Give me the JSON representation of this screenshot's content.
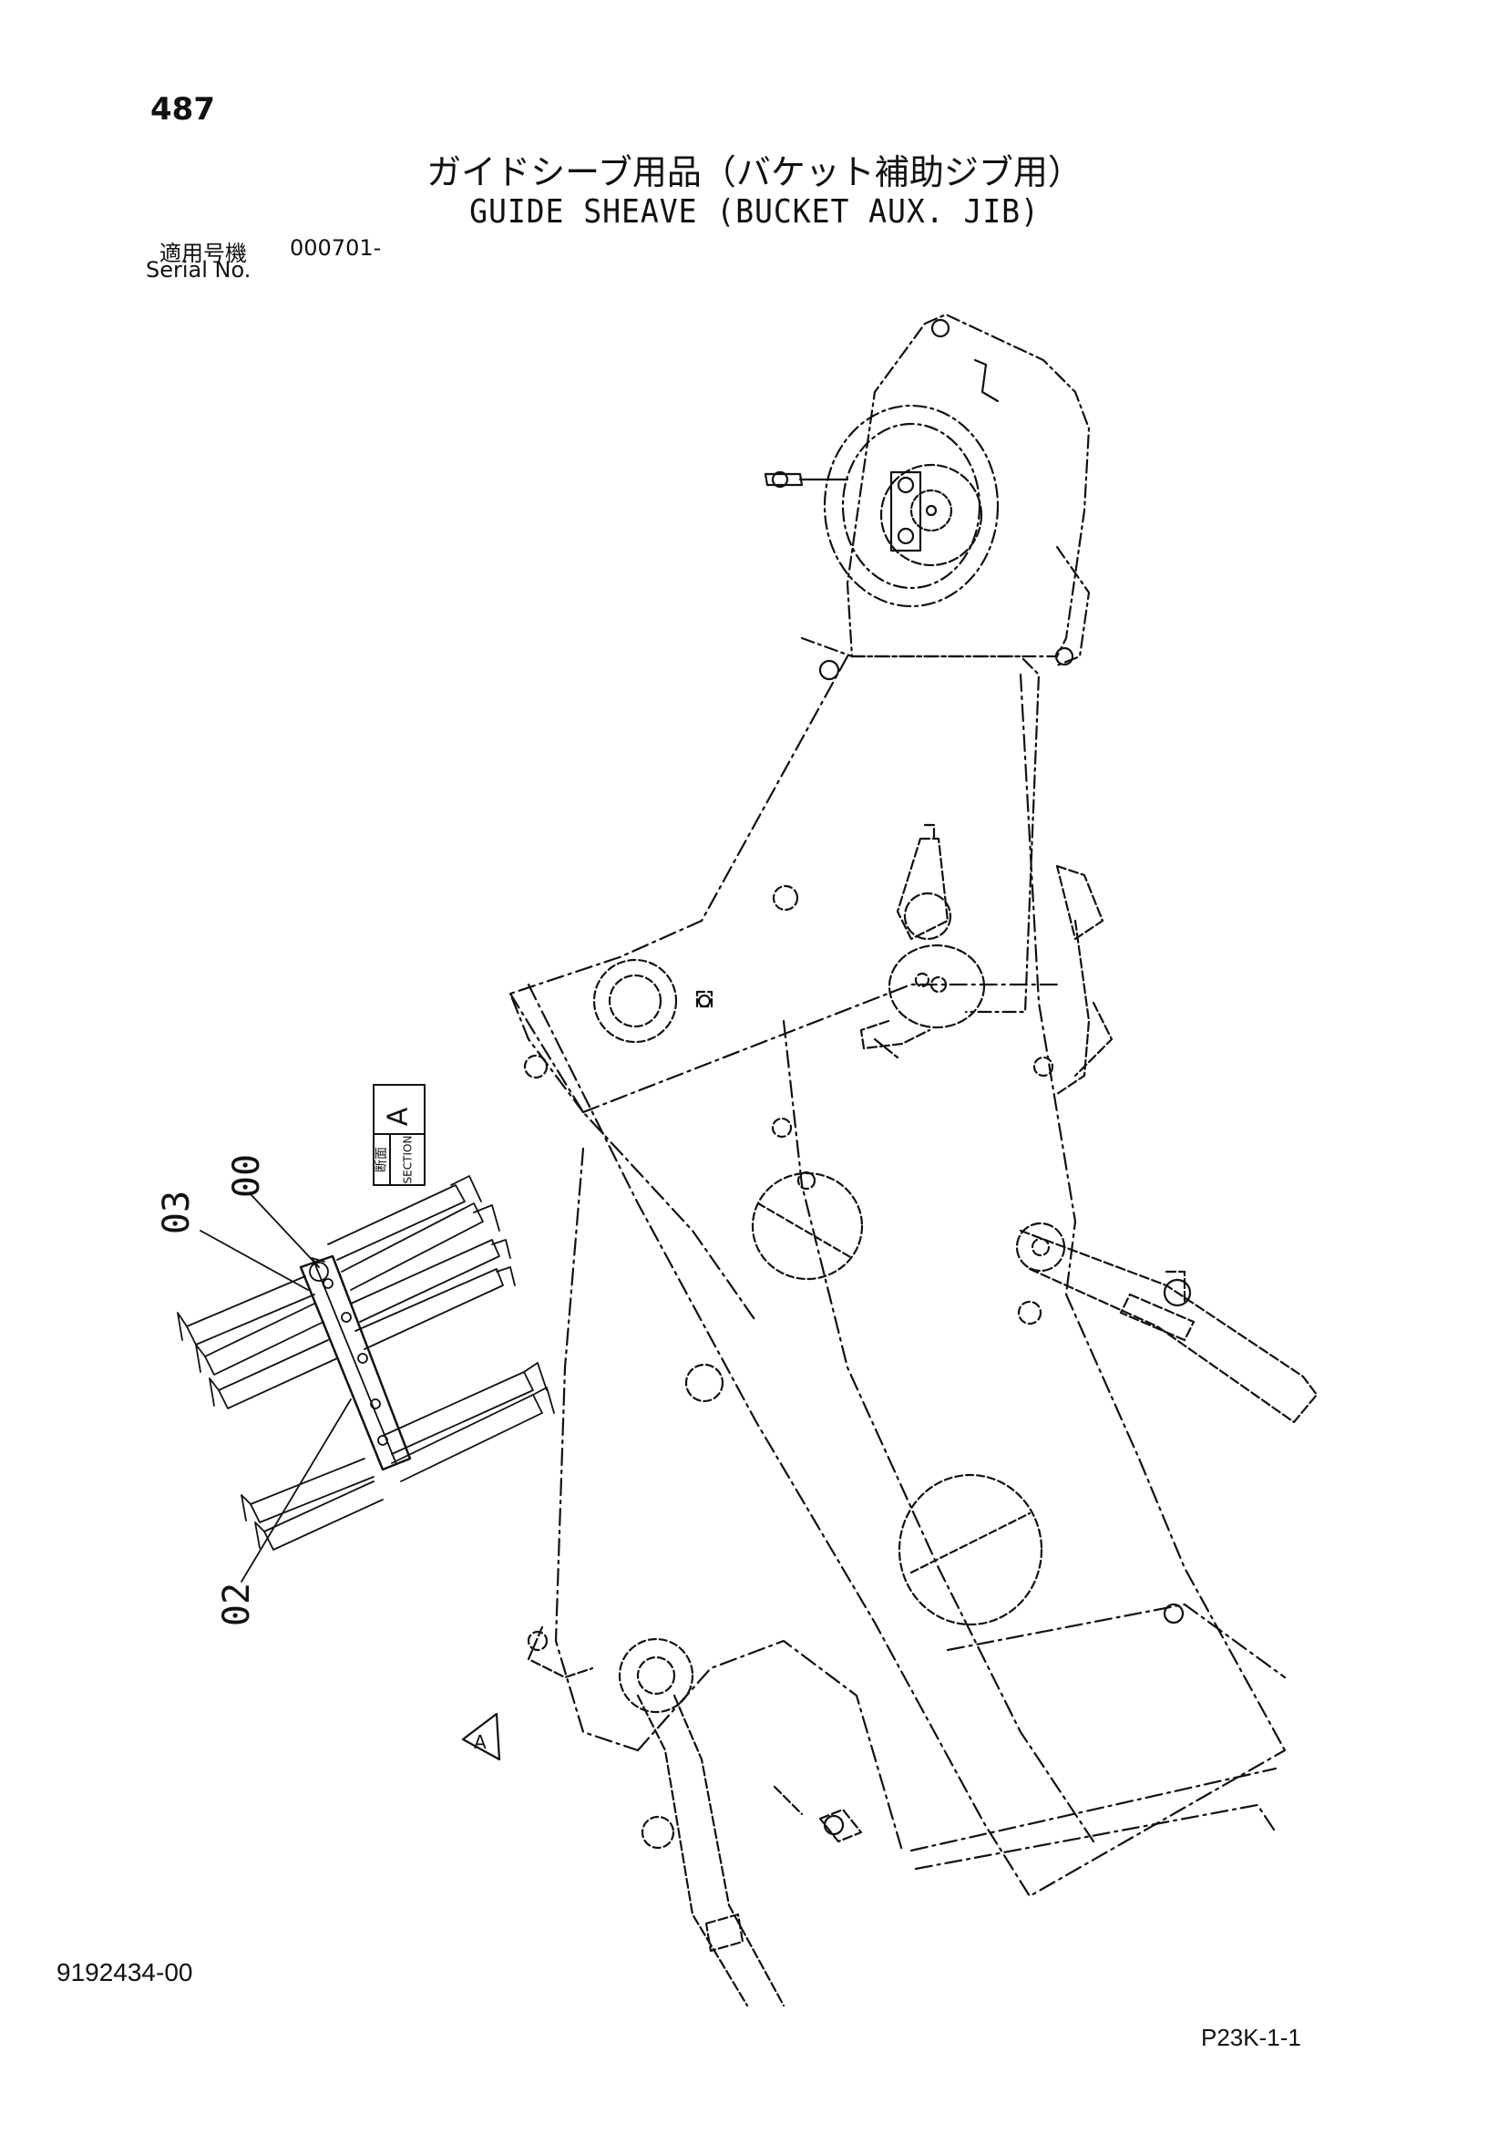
{
  "header": {
    "page_number": "487",
    "title_ja": "ガイドシーブ用品（バケット補助ジブ用）",
    "title_en": "GUIDE SHEAVE (BUCKET AUX. JIB)",
    "serial_label_ja": "適用号機",
    "serial_value": "000701-",
    "serial_label_en": "Serial No."
  },
  "drawing": {
    "part_callouts": [
      "00",
      "03",
      "02"
    ],
    "section_box": {
      "kanji": "断面",
      "word": "SECTION",
      "letter": "A"
    },
    "view_marker": "A"
  },
  "footer": {
    "doc_number": "9192434-00",
    "page_code": "P23K-1-1"
  }
}
